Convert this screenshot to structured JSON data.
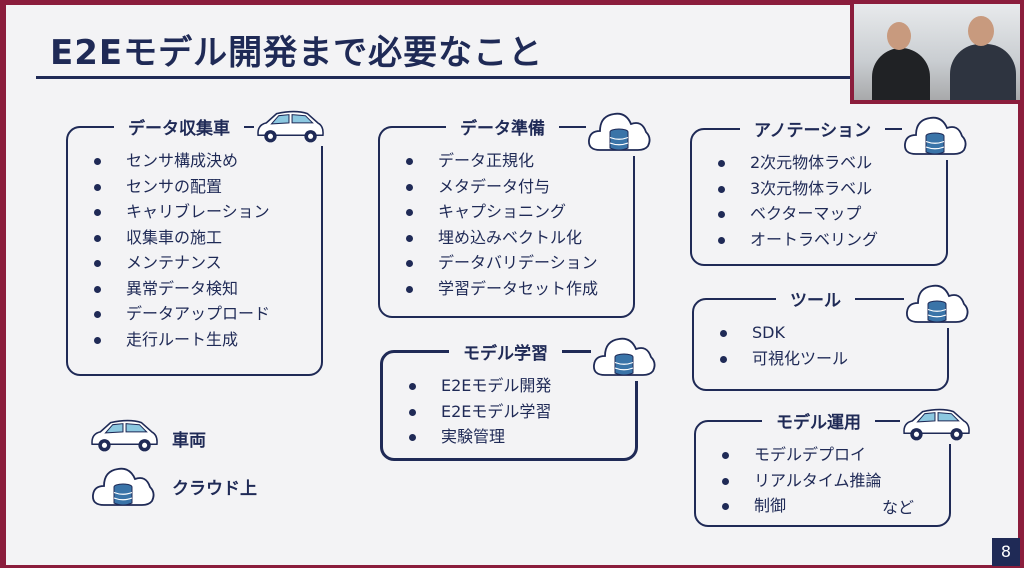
{
  "slide": {
    "title": "E2Eモデル開発まで必要なこと",
    "page_number": "8"
  },
  "sections": [
    {
      "title": "データ収集車",
      "icon": "car-icon",
      "items": [
        "センサ構成決め",
        "センサの配置",
        "キャリブレーション",
        "収集車の施工",
        "メンテナンス",
        "異常データ検知",
        "データアップロード",
        "走行ルート生成"
      ]
    },
    {
      "title": "データ準備",
      "icon": "cloud-database-icon",
      "items": [
        "データ正規化",
        "メタデータ付与",
        "キャプショニング",
        "埋め込みベクトル化",
        "データバリデーション",
        "学習データセット作成"
      ]
    },
    {
      "title": "アノテーション",
      "icon": "cloud-database-icon",
      "items": [
        "2次元物体ラベル",
        "3次元物体ラベル",
        "ベクターマップ",
        "オートラベリング"
      ]
    },
    {
      "title": "モデル学習",
      "icon": "cloud-database-icon",
      "items": [
        "E2Eモデル開発",
        "E2Eモデル学習",
        "実験管理"
      ]
    },
    {
      "title": "ツール",
      "icon": "cloud-database-icon",
      "items": [
        "SDK",
        "可視化ツール"
      ]
    },
    {
      "title": "モデル運用",
      "icon": "car-icon",
      "items": [
        "モデルデプロイ",
        "リアルタイム推論",
        "制御"
      ],
      "suffix": "など"
    }
  ],
  "legend": {
    "vehicle": "車両",
    "cloud": "クラウド上"
  },
  "colors": {
    "navy": "#1f2a56",
    "frame": "#8b1d3c",
    "accent": "#3a74a8"
  }
}
